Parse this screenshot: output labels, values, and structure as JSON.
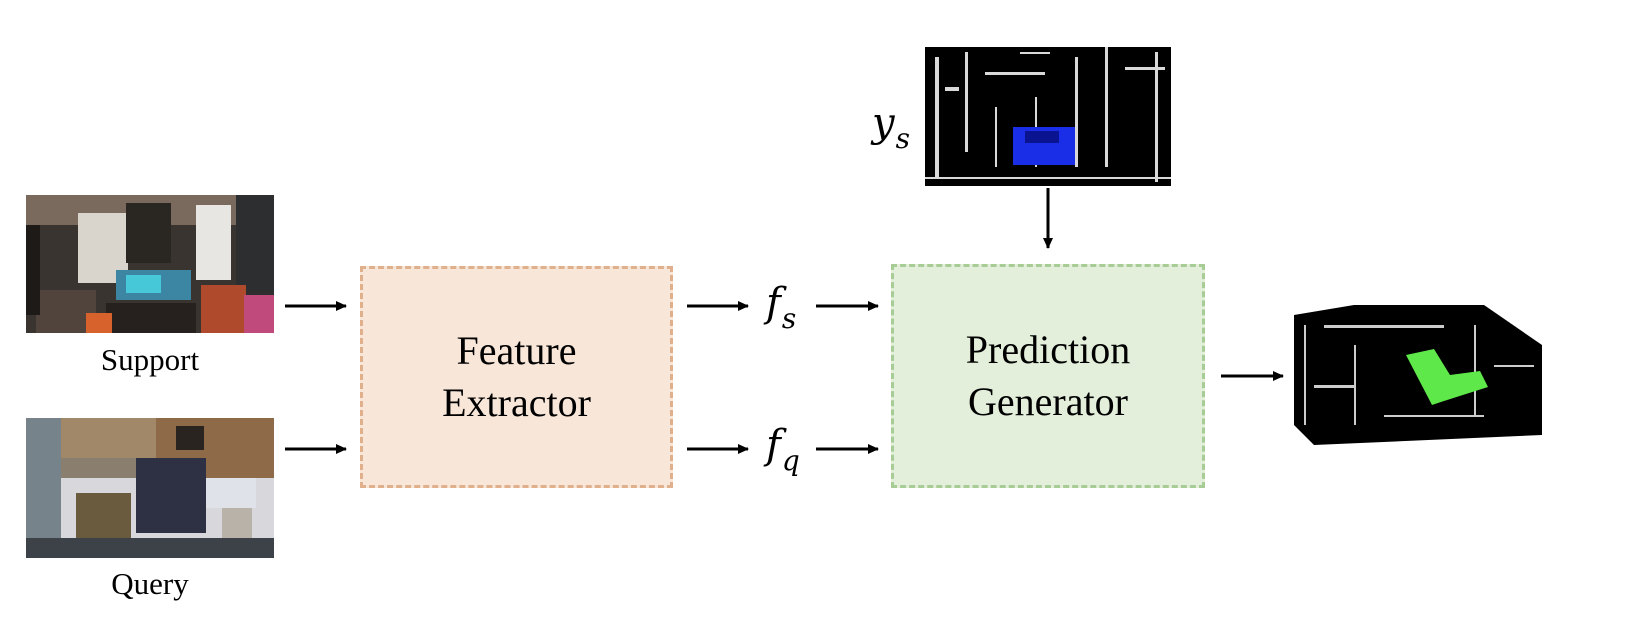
{
  "support": {
    "label": "Support"
  },
  "query": {
    "label": "Query"
  },
  "feature_extractor": {
    "line1": "Feature",
    "line2": "Extractor"
  },
  "prediction_generator": {
    "line1": "Prediction",
    "line2": "Generator"
  },
  "symbols": {
    "fs_base": "f",
    "fs_sub": "s",
    "fq_base": "f",
    "fq_sub": "q",
    "ys_base": "y",
    "ys_sub": "s"
  },
  "colors": {
    "extractor_fill": "#f8e6d8",
    "extractor_border": "#e0b08c",
    "generator_fill": "#e3efda",
    "generator_border": "#a8cc95",
    "mask_support": "#1a2ee8",
    "mask_output": "#5fe84a"
  }
}
